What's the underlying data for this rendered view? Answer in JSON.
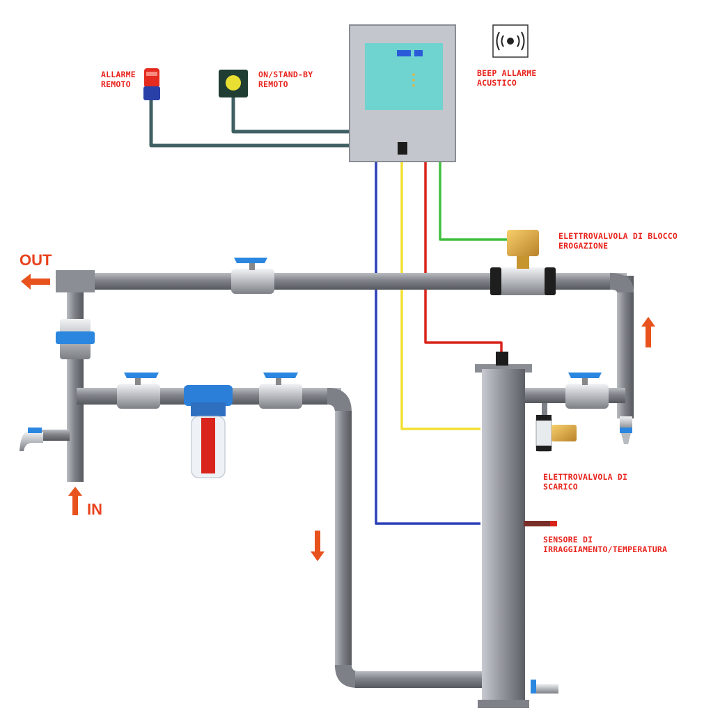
{
  "labels": {
    "out": "OUT",
    "in": "IN",
    "remote_alarm": "ALLARME\nREMOTO",
    "remote_standby": "ON/STAND-BY\nREMOTO",
    "beep_alarm": "BEEP ALLARME\nACUSTICO",
    "supply_valve": "ELETTROVALVOLA DI BLOCCO\nEROGAZIONE",
    "drain_valve": "ELETTROVALVOLA DI\nSCARICO",
    "sensor": "SENSORE DI\nIRRAGGIAMENTO/TEMPERATURA"
  },
  "colors": {
    "pipe": "#7d8086",
    "label_text": "#e8231d",
    "arrow": "#e8521d",
    "panel_screen": "#6fd3d0",
    "wire_blue": "#2a3fb8",
    "wire_yellow": "#f2e035",
    "wire_red": "#d8241c",
    "wire_green": "#3fbf3f"
  }
}
